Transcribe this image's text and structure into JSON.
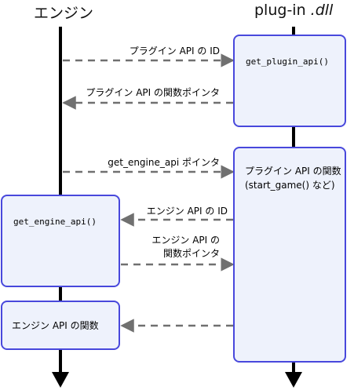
{
  "lanes": {
    "engine": "エンジン",
    "plugin_prefix": "plug-in ",
    "plugin_ext": ".dll"
  },
  "boxes": {
    "get_plugin_api": "get_plugin_api()",
    "plugin_functions_line1": "プラグイン API の関数",
    "plugin_functions_line2": "(start_game() など)",
    "get_engine_api": "get_engine_api()",
    "engine_functions": "エンジン API の関数"
  },
  "messages": {
    "plugin_api_id": "プラグイン API の ID",
    "plugin_api_fn_pointer": "プラグイン API の関数ポインタ",
    "get_engine_api_pointer": "get_engine_api ポインタ",
    "engine_api_id": "エンジン API の ID",
    "engine_api_fn_pointer_line1": "エンジン API の",
    "engine_api_fn_pointer_line2": "関数ポインタ"
  },
  "colors": {
    "box_fill": "#eef2fc",
    "box_border": "#4848dc",
    "arrow": "#707070",
    "lifeline": "#000000"
  }
}
